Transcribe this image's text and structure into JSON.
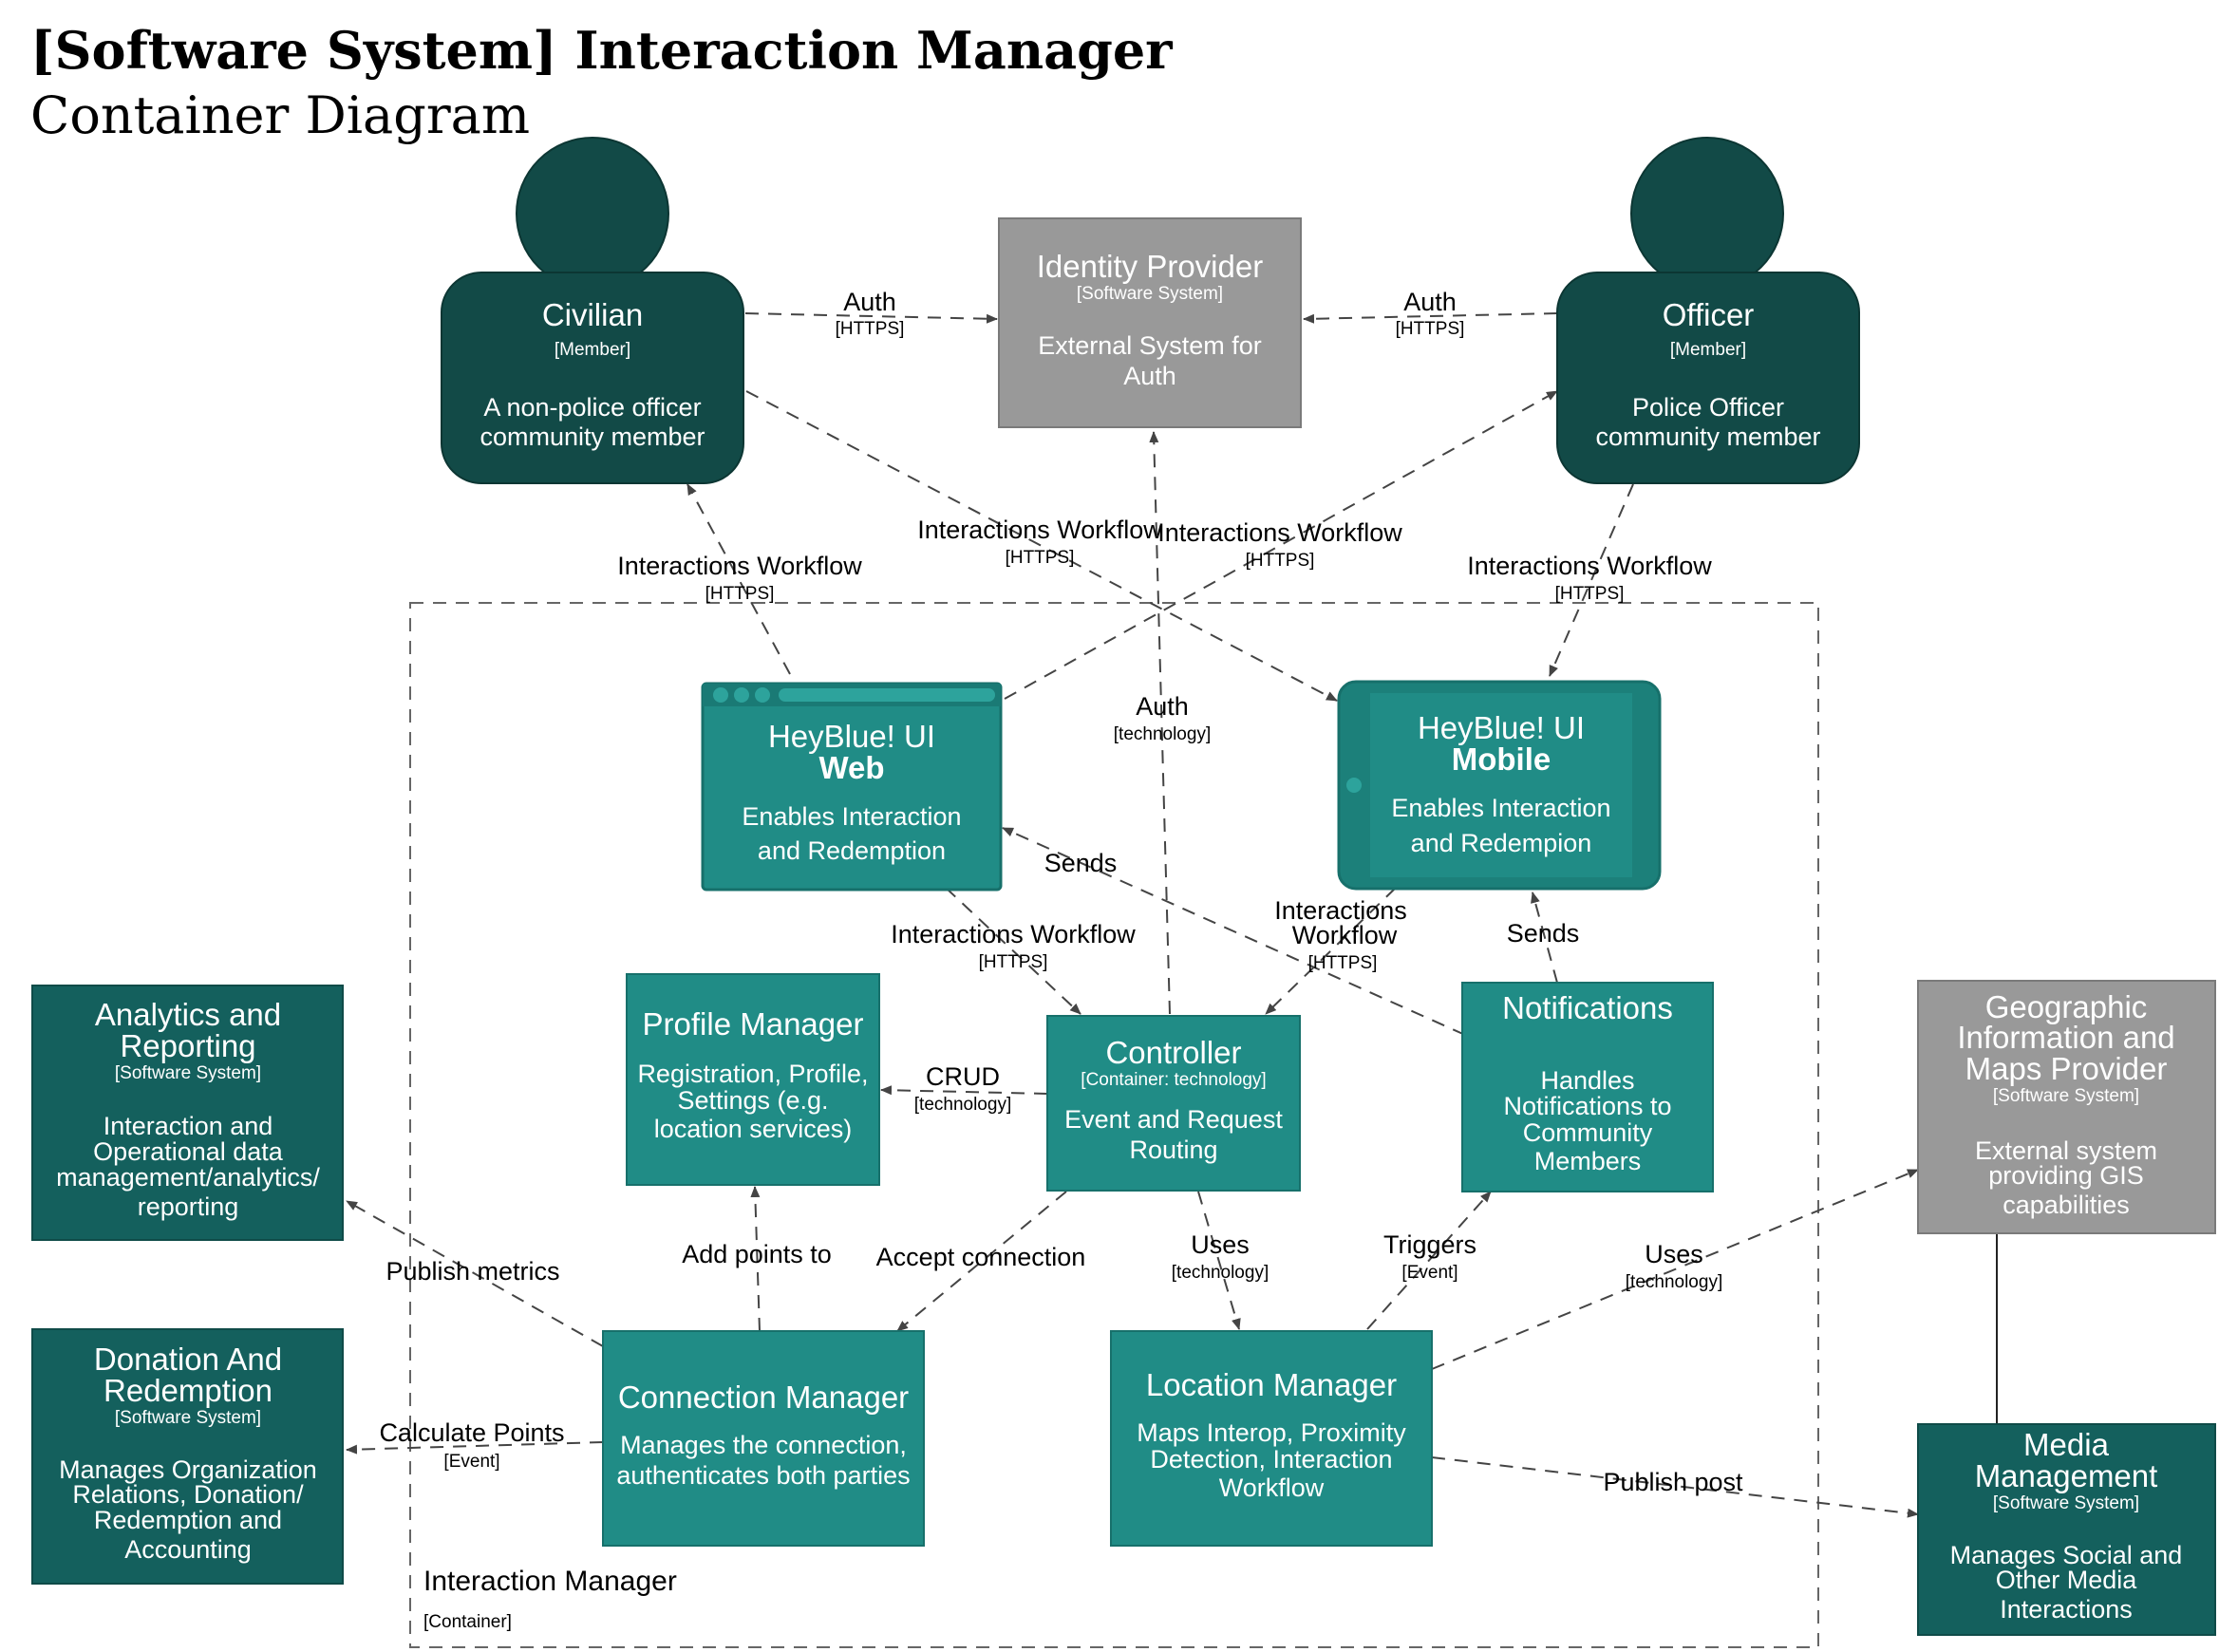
{
  "title": "[Software System] Interaction Manager",
  "subtitle": "Container Diagram",
  "boundary": {
    "name": "Interaction Manager",
    "type": "[Container]"
  },
  "colors": {
    "person": "#124a47",
    "container": "#208c86",
    "internal_system": "#14605d",
    "external_system": "#999999",
    "arrow": "#444444",
    "boundary": "#666666"
  },
  "persons": {
    "civilian": {
      "name": "Civilian",
      "type": "[Member]",
      "desc1": "A non-police officer",
      "desc2": "community member"
    },
    "officer": {
      "name": "Officer",
      "type": "[Member]",
      "desc1": "Police Officer",
      "desc2": "community member"
    }
  },
  "systems": {
    "identity": {
      "name": "Identity Provider",
      "type": "[Software System]",
      "desc1": "External System for",
      "desc2": "Auth"
    },
    "analytics": {
      "name1": "Analytics and",
      "name2": "Reporting",
      "type": "[Software System]",
      "desc1": "Interaction and",
      "desc2": "Operational data",
      "desc3": "management/analytics/",
      "desc4": "reporting"
    },
    "donation": {
      "name1": "Donation And",
      "name2": "Redemption",
      "type": "[Software System]",
      "desc1": "Manages Organization",
      "desc2": "Relations, Donation/",
      "desc3": "Redemption and",
      "desc4": "Accounting"
    },
    "geo": {
      "name1": "Geographic",
      "name2": "Information and",
      "name3": "Maps Provider",
      "type": "[Software System]",
      "desc1": "External system",
      "desc2": "providing GIS",
      "desc3": "capabilities"
    },
    "media": {
      "name1": "Media",
      "name2": "Management",
      "type": "[Software System]",
      "desc1": "Manages Social and",
      "desc2": "Other Media",
      "desc3": "Interactions"
    }
  },
  "containers": {
    "web": {
      "name1": "HeyBlue! UI",
      "name2": "Web",
      "desc1": "Enables Interaction",
      "desc2": "and Redemption"
    },
    "mobile": {
      "name1": "HeyBlue! UI",
      "name2": "Mobile",
      "desc1": "Enables Interaction",
      "desc2": "and Redempion"
    },
    "profile": {
      "name": "Profile Manager",
      "desc1": "Registration, Profile,",
      "desc2": "Settings (e.g.",
      "desc3": "location services)"
    },
    "controller": {
      "name": "Controller",
      "type": "[Container: technology]",
      "desc1": "Event and Request",
      "desc2": "Routing"
    },
    "notifications": {
      "name": "Notifications",
      "desc1": "Handles",
      "desc2": "Notifications to",
      "desc3": "Community",
      "desc4": "Members"
    },
    "connection": {
      "name": "Connection Manager",
      "desc1": "Manages the connection,",
      "desc2": "authenticates both parties"
    },
    "location": {
      "name": "Location Manager",
      "desc1": "Maps Interop, Proximity",
      "desc2": "Detection, Interaction",
      "desc3": "Workflow"
    }
  },
  "relations": {
    "civ_auth": {
      "label": "Auth",
      "tech": "[HTTPS]"
    },
    "off_auth": {
      "label": "Auth",
      "tech": "[HTTPS]"
    },
    "civ_web": {
      "label": "Interactions Workflow",
      "tech": "[HTTPS]"
    },
    "civ_mobile": {
      "label": "Interactions Workflow",
      "tech": "[HTTPS]"
    },
    "web_off": {
      "label": "Interactions Workflow",
      "tech": "[HTTPS]"
    },
    "off_mobile": {
      "label": "Interactions Workflow",
      "tech": "[HTTPS]"
    },
    "ctrl_auth": {
      "label": "Auth",
      "tech": "[technology]"
    },
    "notif_web": {
      "label": "Sends"
    },
    "notif_mobile": {
      "label": "Sends"
    },
    "web_ctrl": {
      "label": "Interactions Workflow",
      "tech": "[HTTPS]"
    },
    "mobile_ctrl": {
      "label1": "Interactions",
      "label2": "Workflow",
      "tech": "[HTTPS]"
    },
    "ctrl_profile": {
      "label": "CRUD",
      "tech": "[technology]"
    },
    "ctrl_conn": {
      "label": "Accept connection"
    },
    "conn_profile": {
      "label": "Add points to"
    },
    "ctrl_loc": {
      "label": "Uses",
      "tech": "[technology]"
    },
    "loc_notif": {
      "label": "Triggers",
      "tech": "[Event]"
    },
    "loc_geo": {
      "label": "Uses",
      "tech": "[technology]"
    },
    "conn_analytics": {
      "label": "Publish metrics"
    },
    "conn_donation": {
      "label": "Calculate Points",
      "tech": "[Event]"
    },
    "loc_media": {
      "label": "Publish post"
    }
  }
}
